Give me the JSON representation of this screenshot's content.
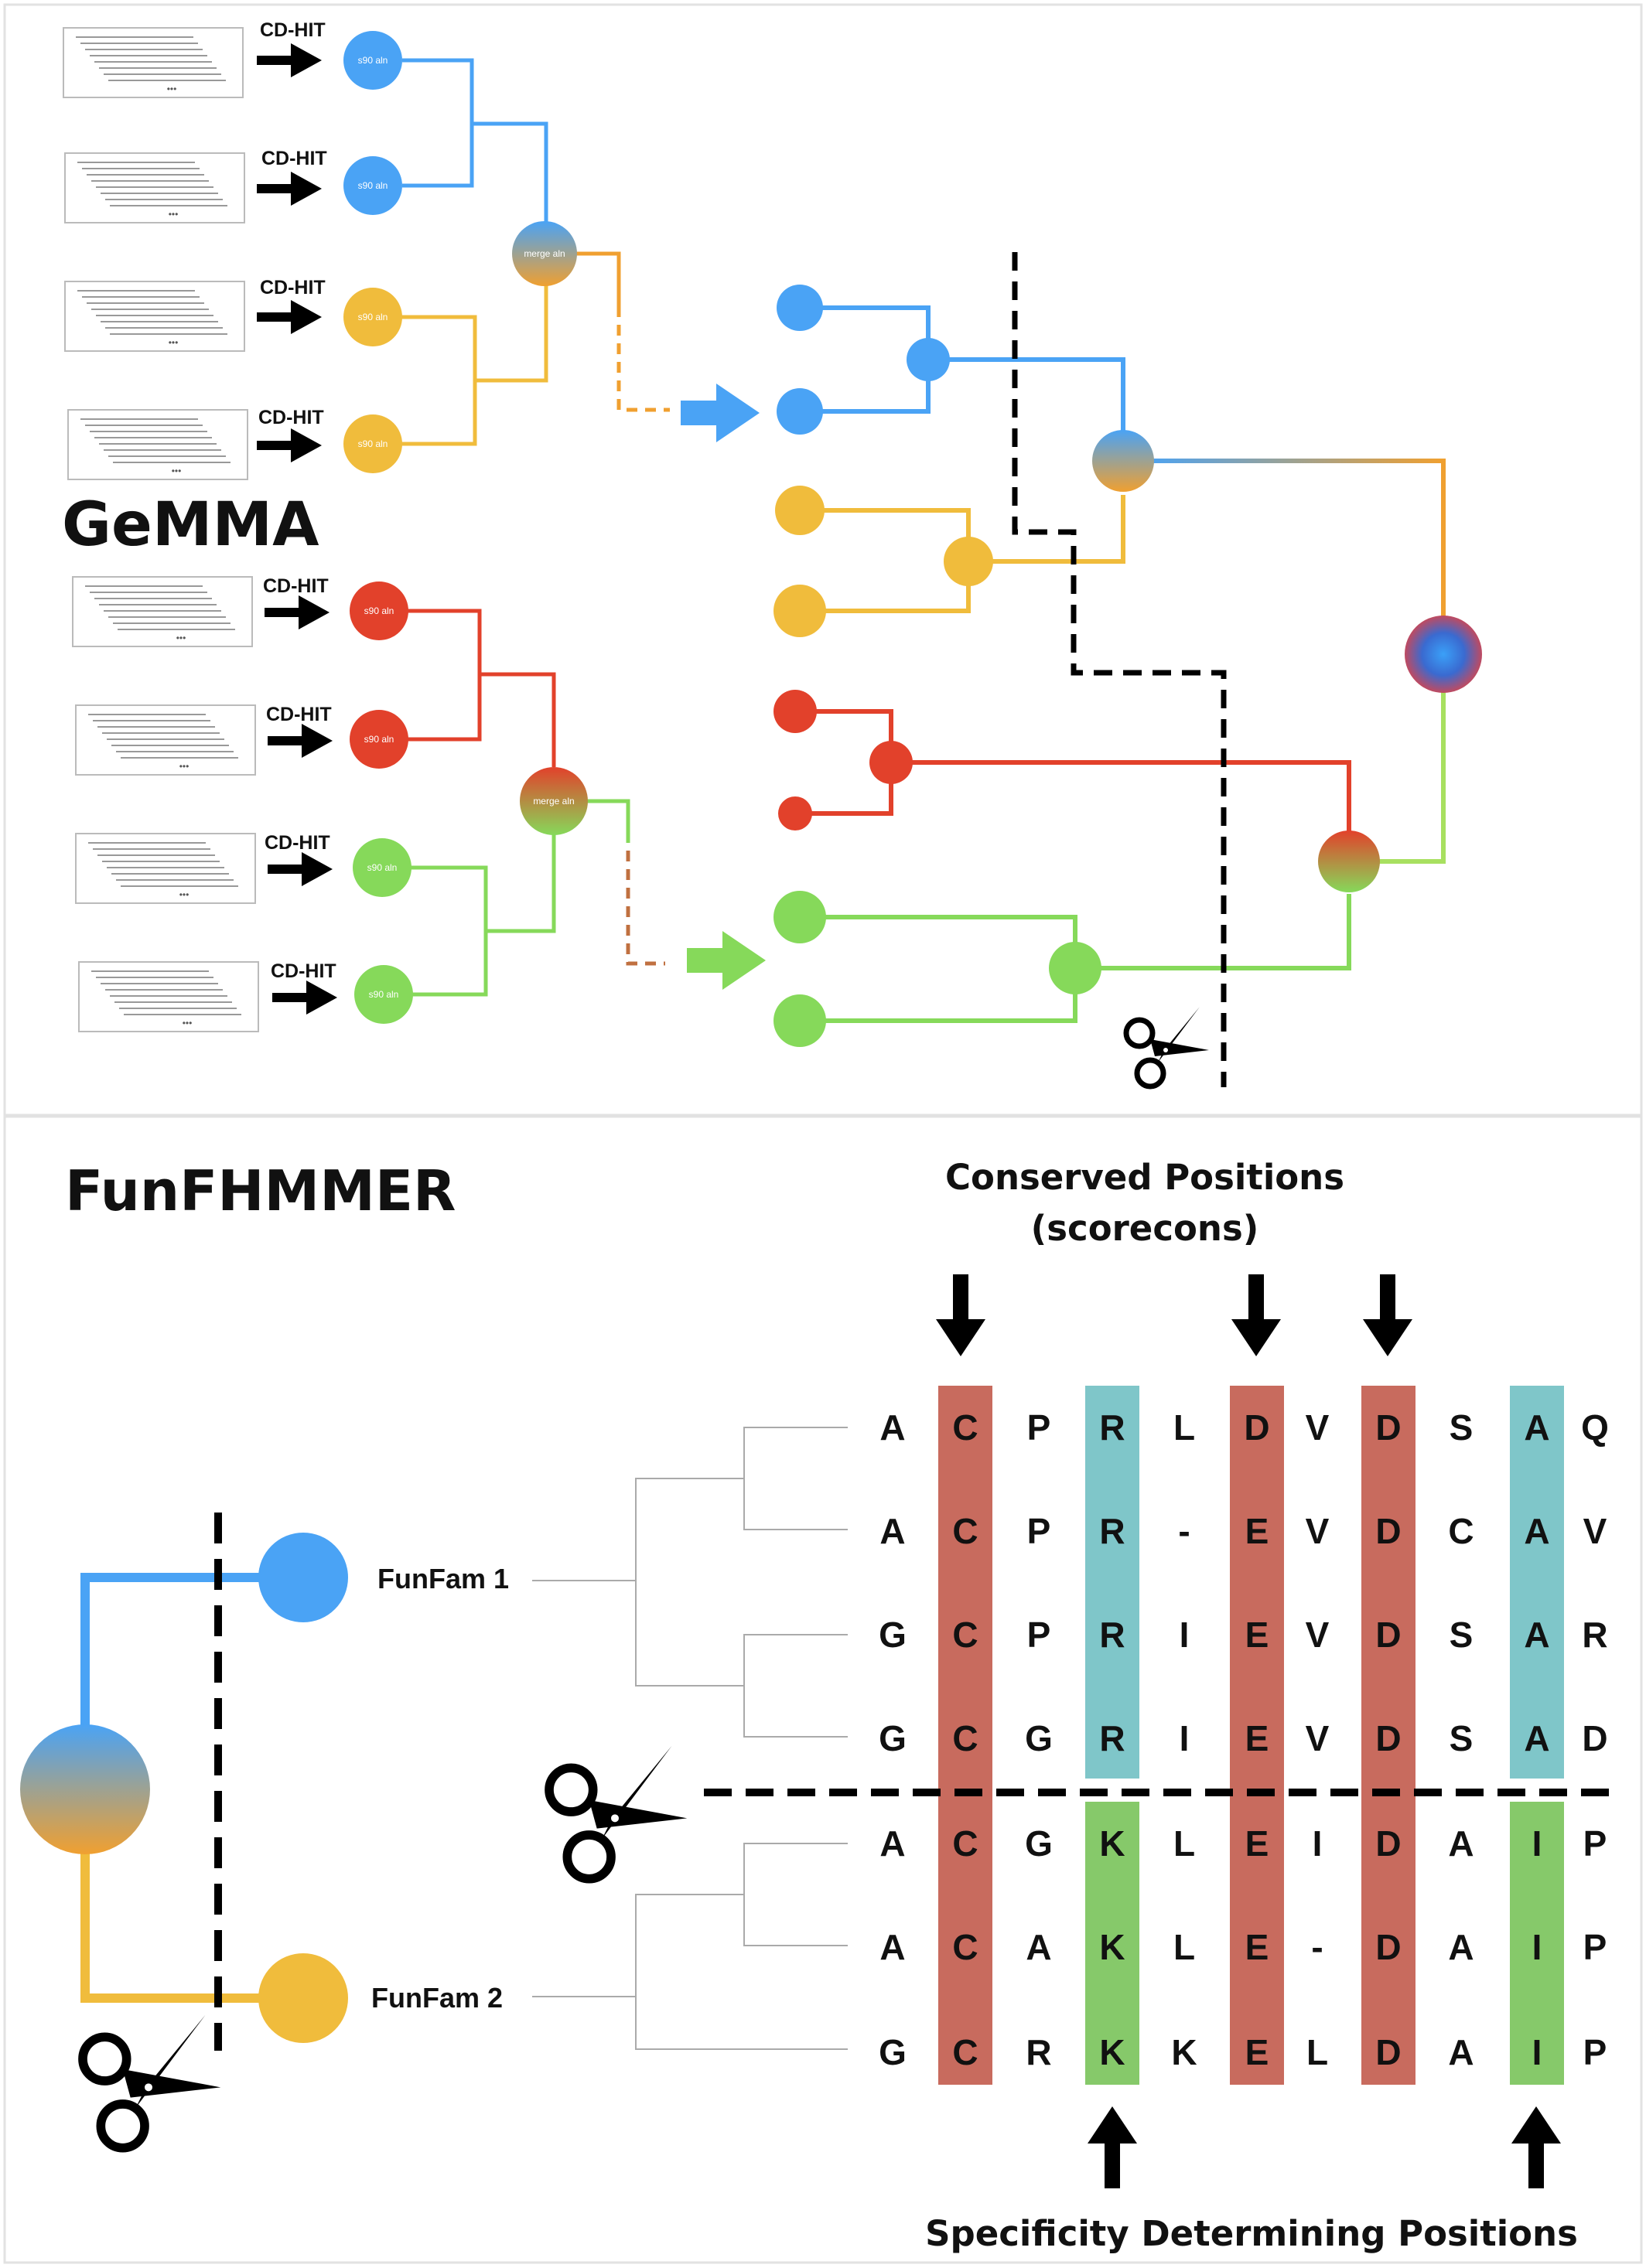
{
  "gemma": {
    "title": "GeMMA",
    "step_label": "CD-HIT",
    "cluster_label": "s90 aln",
    "merge_label": "merge aln",
    "colors": {
      "blue": "#4aa3f5",
      "yellow": "#f0bc3c",
      "red": "#e2412b",
      "green": "#86d95a"
    }
  },
  "funfhmmer": {
    "title": "FunFHMMER",
    "conserved_header": [
      "Conserved Positions",
      "(scorecons)"
    ],
    "sdp_header": "Specificity Determining Positions",
    "families": [
      "FunFam 1",
      "FunFam 2"
    ],
    "alignment": [
      [
        "A",
        "C",
        "P",
        "R",
        "L",
        "D",
        "V",
        "D",
        "S",
        "A",
        "Q"
      ],
      [
        "A",
        "C",
        "P",
        "R",
        "-",
        "E",
        "V",
        "D",
        "C",
        "A",
        "V"
      ],
      [
        "G",
        "C",
        "P",
        "R",
        "I",
        "E",
        "V",
        "D",
        "S",
        "A",
        "R"
      ],
      [
        "G",
        "C",
        "G",
        "R",
        "I",
        "E",
        "V",
        "D",
        "S",
        "A",
        "D"
      ],
      [
        "A",
        "C",
        "G",
        "K",
        "L",
        "E",
        "I",
        "D",
        "A",
        "I",
        "P"
      ],
      [
        "A",
        "C",
        "A",
        "K",
        "L",
        "E",
        "-",
        "D",
        "A",
        "I",
        "P"
      ],
      [
        "G",
        "C",
        "R",
        "K",
        "K",
        "E",
        "L",
        "D",
        "A",
        "I",
        "P"
      ]
    ],
    "colors": {
      "conserved": "#c86b5e",
      "sdp_family1": "#7fc6c9",
      "sdp_family2": "#86c96a"
    }
  }
}
